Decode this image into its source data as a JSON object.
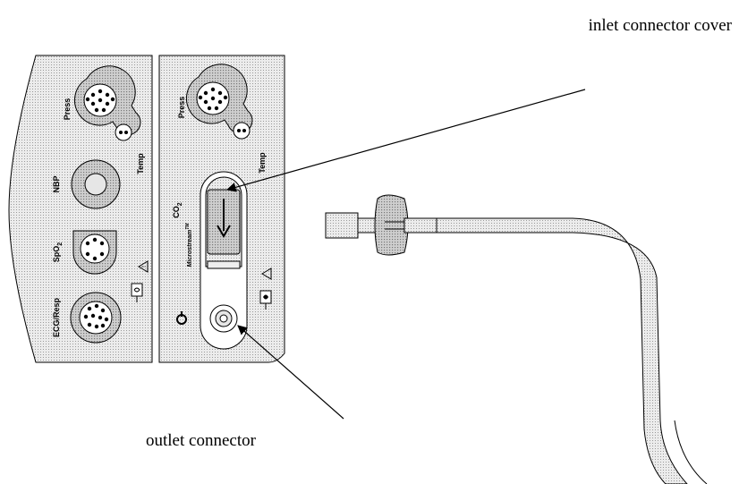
{
  "callouts": {
    "inlet": "inlet connector cover",
    "outlet": "outlet connector"
  },
  "left_module": {
    "labels": {
      "press": "Press",
      "temp": "Temp",
      "nbp": "NBP",
      "spo2": "SpO",
      "spo2_sub": "2",
      "ecg": "ECG/Resp"
    }
  },
  "right_module": {
    "labels": {
      "press": "Press",
      "temp": "Temp",
      "co2": "CO",
      "co2_sub": "2",
      "microstream": "Microstream",
      "tm": "TM"
    }
  },
  "colors": {
    "panel_fill": "#dcdcdc",
    "connector_fill": "#bdbdbd",
    "tube_fill": "#e6e6e6",
    "line": "#000000"
  }
}
